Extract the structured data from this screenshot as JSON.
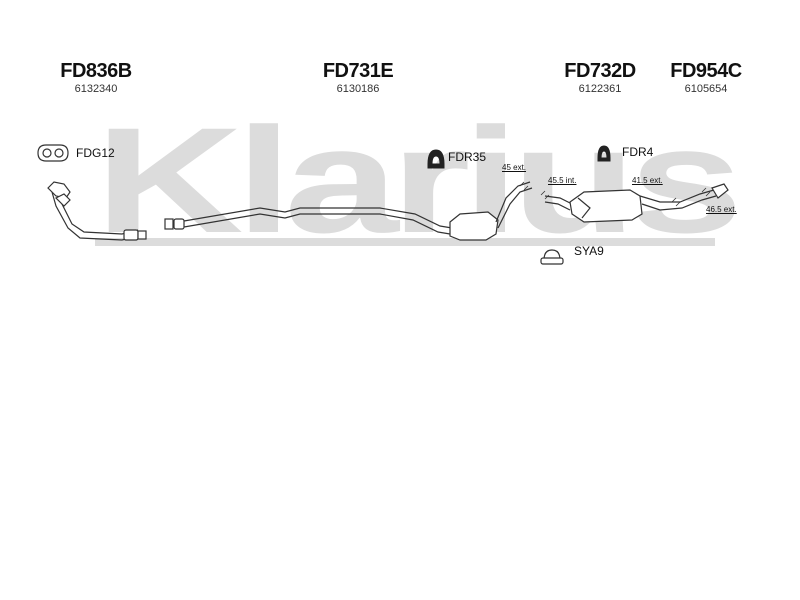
{
  "watermark": {
    "text": "Klarius",
    "color": "#dcdcdc"
  },
  "parts": [
    {
      "code": "FD836B",
      "number": "6132340"
    },
    {
      "code": "FD731E",
      "number": "6130186"
    },
    {
      "code": "FD732D",
      "number": "6122361"
    },
    {
      "code": "FD954C",
      "number": "6105654"
    }
  ],
  "accessories": [
    {
      "code": "FDG12",
      "icon": "gasket-icon"
    },
    {
      "code": "FDR35",
      "icon": "rubber-mount-icon"
    },
    {
      "code": "FDR4",
      "icon": "rubber-mount-icon"
    },
    {
      "code": "SYA9",
      "icon": "clamp-icon"
    }
  ],
  "dimensions": [
    {
      "text": "45 ext."
    },
    {
      "text": "45.5 int."
    },
    {
      "text": "41.5 ext."
    },
    {
      "text": "46.5 ext."
    }
  ]
}
